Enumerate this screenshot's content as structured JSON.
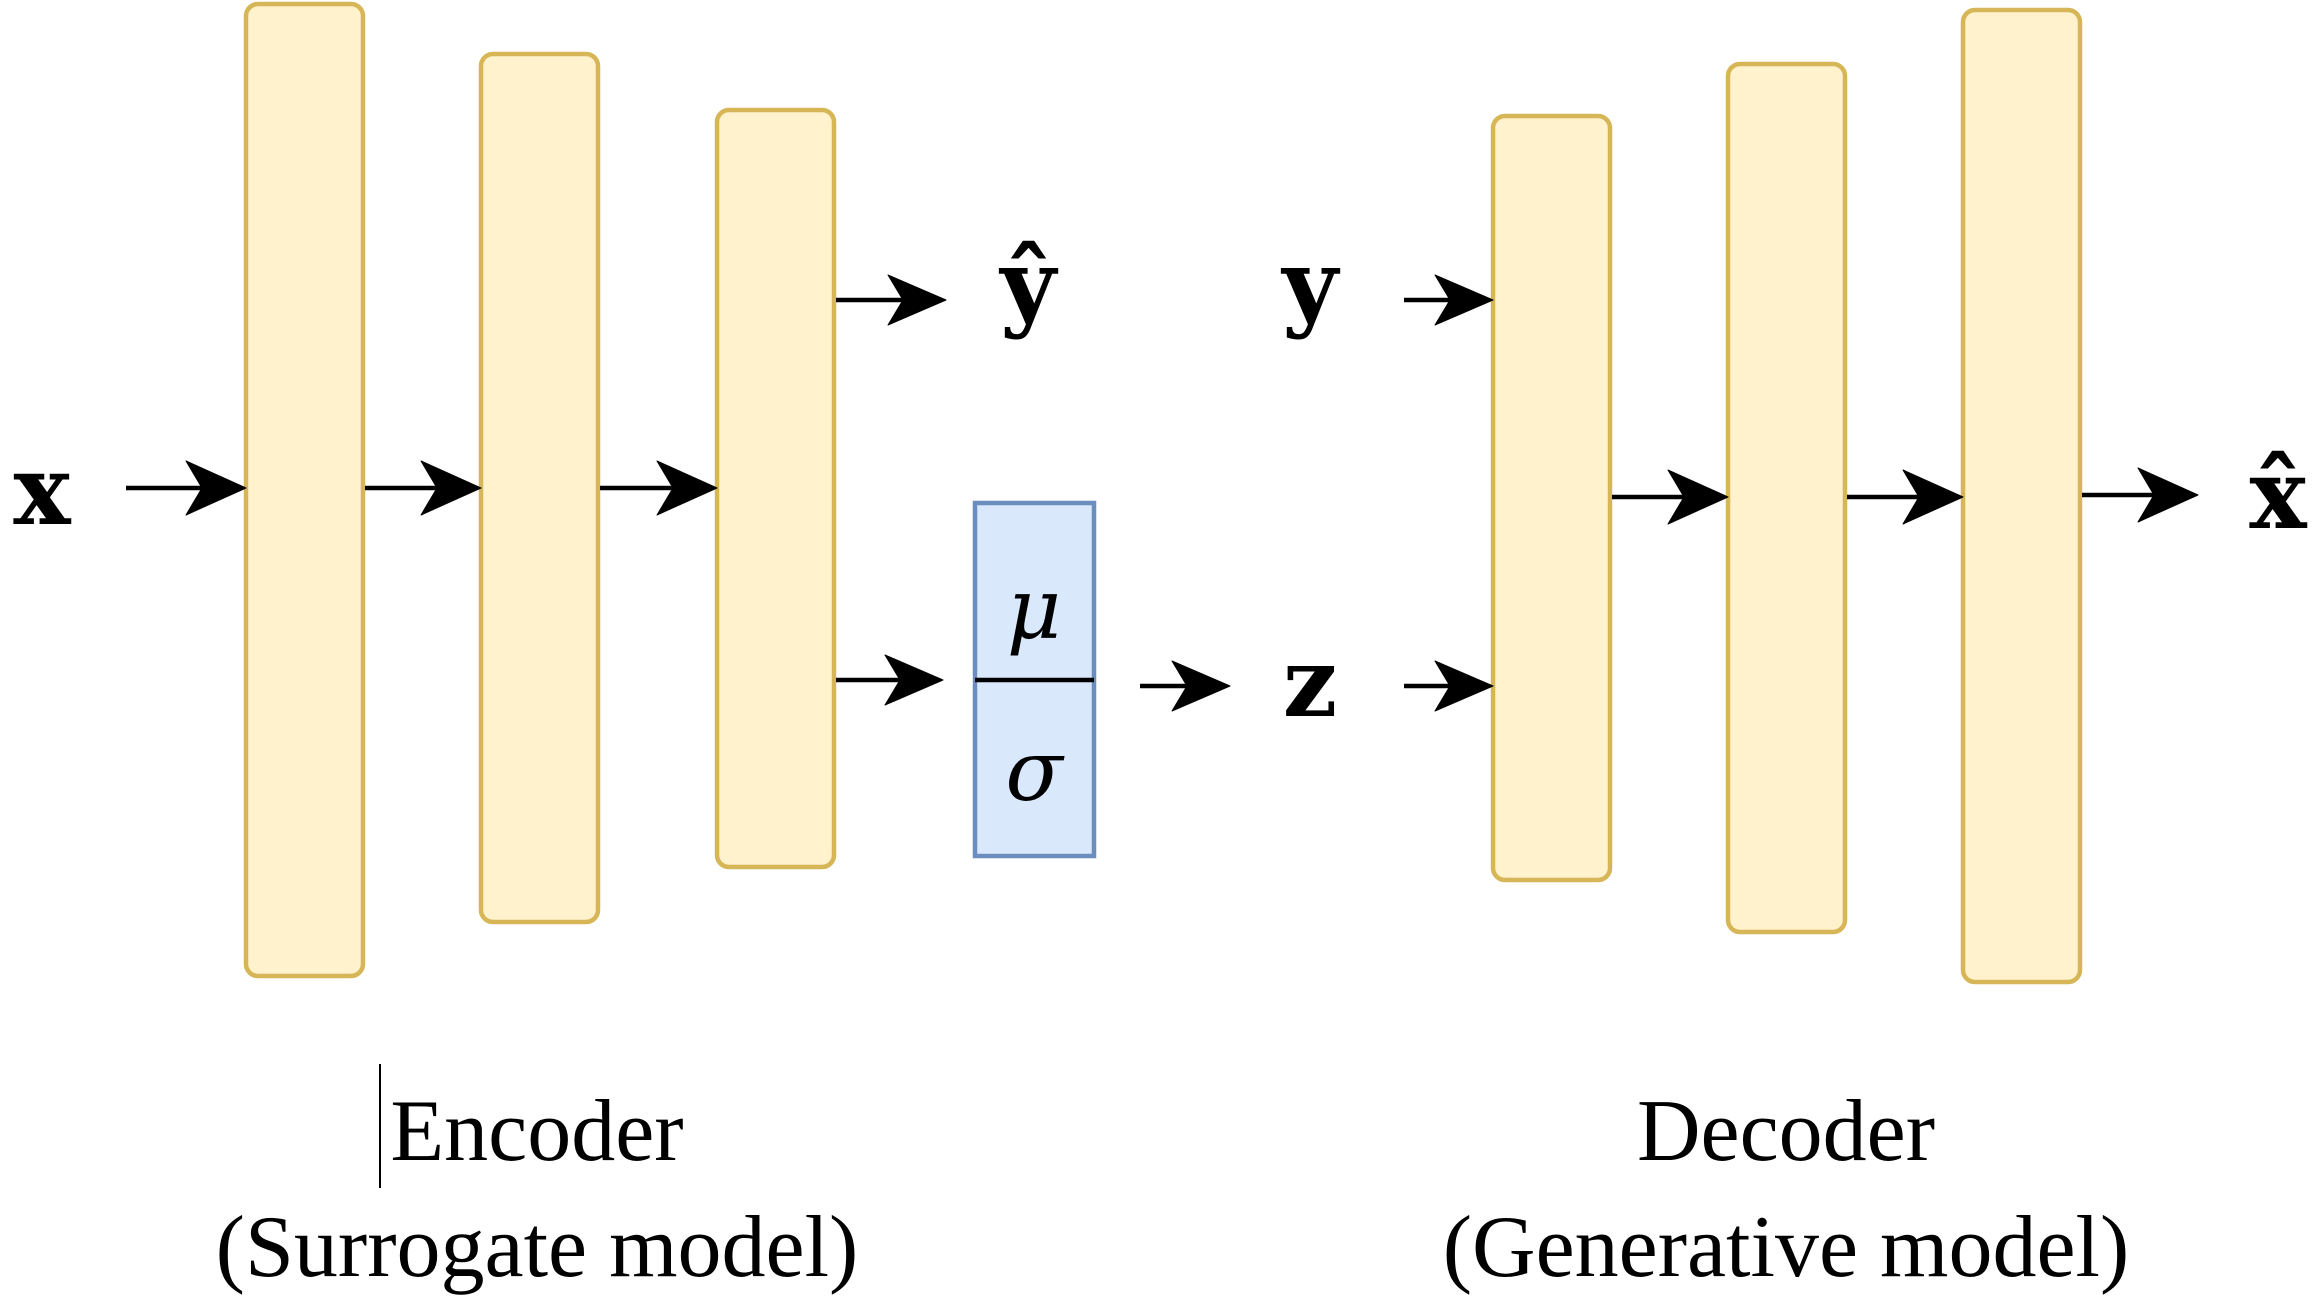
{
  "symbols": {
    "input": "x",
    "predicted_output": "ŷ",
    "condition": "y",
    "latent": "z",
    "reconstruction": "x̂",
    "mean": "μ",
    "std": "σ"
  },
  "encoder": {
    "title": "Encoder",
    "subtitle": "(Surrogate model)"
  },
  "decoder": {
    "title": "Decoder",
    "subtitle": "(Generative model)"
  },
  "colors": {
    "layer_fill": "#fff2cc",
    "layer_stroke": "#d6b656",
    "latent_fill": "#dae8fc",
    "latent_stroke": "#6c8ebf",
    "arrow": "#000000"
  }
}
